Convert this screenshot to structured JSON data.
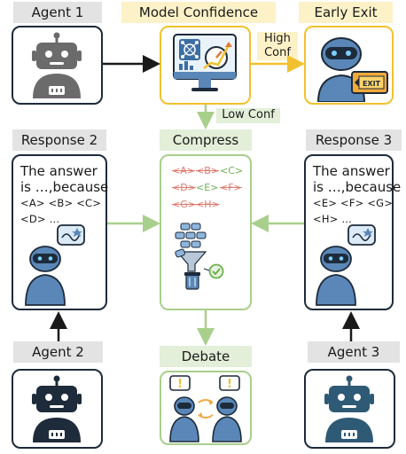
{
  "nodes": {
    "agent1": "Agent 1",
    "model_confidence": "Model Confidence",
    "early_exit": "Early Exit",
    "response2": "Response 2",
    "compress": "Compress",
    "response3": "Response 3",
    "agent2": "Agent 2",
    "debate": "Debate",
    "agent3": "Agent 3"
  },
  "edges": {
    "high_conf_line1": "High",
    "high_conf_line2": "Conf",
    "low_conf": "Low Conf"
  },
  "response2": {
    "line1": "The answer",
    "line2": "is …,because",
    "line3": "<A> <B> <C>",
    "line4": "<D> …"
  },
  "response3": {
    "line1": "The answer",
    "line2": "is …,because",
    "line3": "<E> <F> <G>",
    "line4": "<H> …"
  },
  "compress_tokens": {
    "row1": [
      "<A>",
      "<B>",
      "<C>"
    ],
    "row2": [
      "<D>",
      "<E>",
      "<F>"
    ],
    "row3": [
      "<G>",
      "<H>"
    ],
    "struck": [
      "<A>",
      "<B>",
      "<D>",
      "<F>",
      "<G>",
      "<H>"
    ],
    "kept": [
      "<C>",
      "<E>"
    ]
  },
  "exit_sign": "EXIT",
  "colors": {
    "dark_border": "#1d2b3a",
    "gold": "#f2c12e",
    "green": "#a9cf8c",
    "gray_label": "#e3e3e3",
    "yellow_label": "#fdf1c7",
    "green_label": "#e3efd8",
    "struck_red": "#e07a6e",
    "kept_green": "#6db04e"
  }
}
